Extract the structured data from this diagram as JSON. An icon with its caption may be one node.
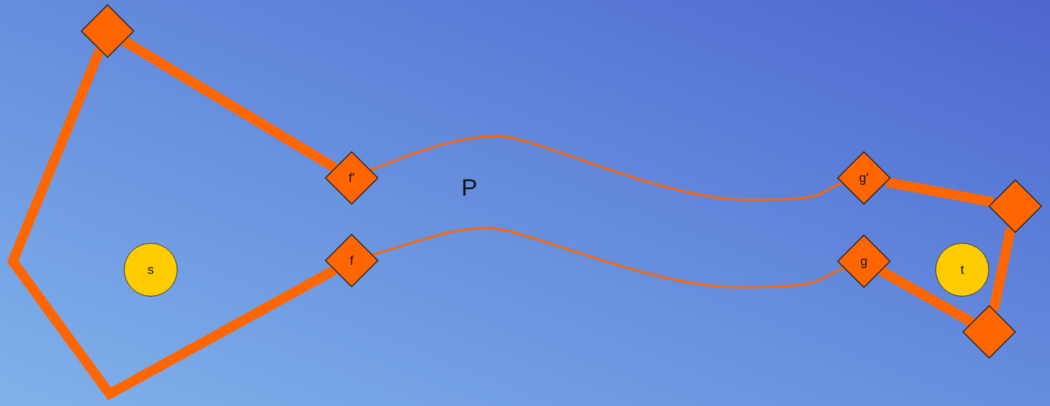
{
  "diagram": {
    "nodes": [
      {
        "text": [],
        "shape": "diamond"
      },
      {
        "text": [
          "f'"
        ]
      },
      {
        "text": [
          "g'"
        ]
      },
      {
        "text": [],
        "shape": "diamond"
      },
      {
        "text": [
          "s"
        ]
      },
      {
        "text": [
          "f"
        ]
      },
      {
        "text": [
          "g"
        ]
      },
      {
        "text": [
          "t"
        ]
      },
      {
        "text": [],
        "shape": "diamond"
      }
    ],
    "edges": [
      {
        "from": 0,
        "to": 1,
        "arrow": "none"
      },
      {
        "from": 1,
        "to": 2,
        "arrow": "none"
      },
      {
        "from": 2,
        "to": 3,
        "arrow": "none"
      },
      {
        "from": 3,
        "to": 8,
        "arrow": "none"
      },
      {
        "from": 8,
        "to": 6,
        "arrow": "none"
      },
      {
        "from": 5,
        "to": 6,
        "arrow": "none"
      },
      {
        "from": 5,
        "to": 0,
        "arrow": "none"
      }
    ],
    "labels": [
      "P"
    ]
  }
}
